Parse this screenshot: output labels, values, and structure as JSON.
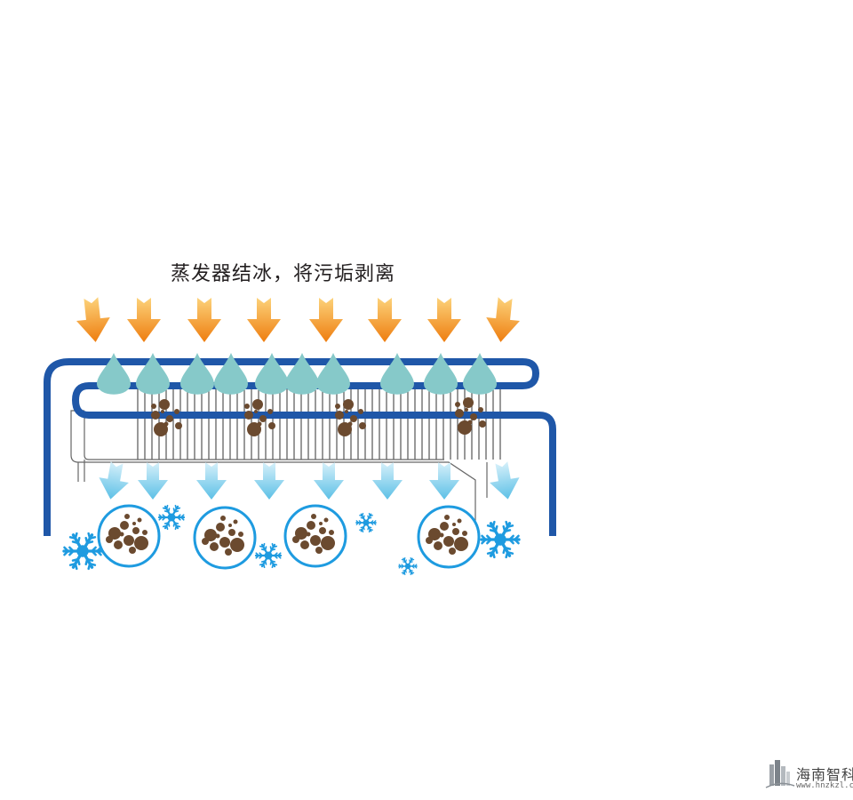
{
  "caption": "蒸发器结冰，将污垢剥离",
  "watermark": {
    "name": "海南智科",
    "url": "www.hnzkzl.com"
  },
  "colors": {
    "pipe": "#1f57a8",
    "hot_arrow": "#f08a1c",
    "cold_arrow": "#6cc8e8",
    "water_drop": "#86c9c9",
    "dirt": "#6b4a2f",
    "snowflake": "#1e9be0",
    "fin": "#555555"
  },
  "icons": {
    "hot_arrow": "down-arrow-icon",
    "cold_arrow": "down-arrow-icon",
    "drop": "water-drop-icon",
    "snowflake": "snowflake-icon",
    "dirt": "dirt-particle-icon"
  }
}
